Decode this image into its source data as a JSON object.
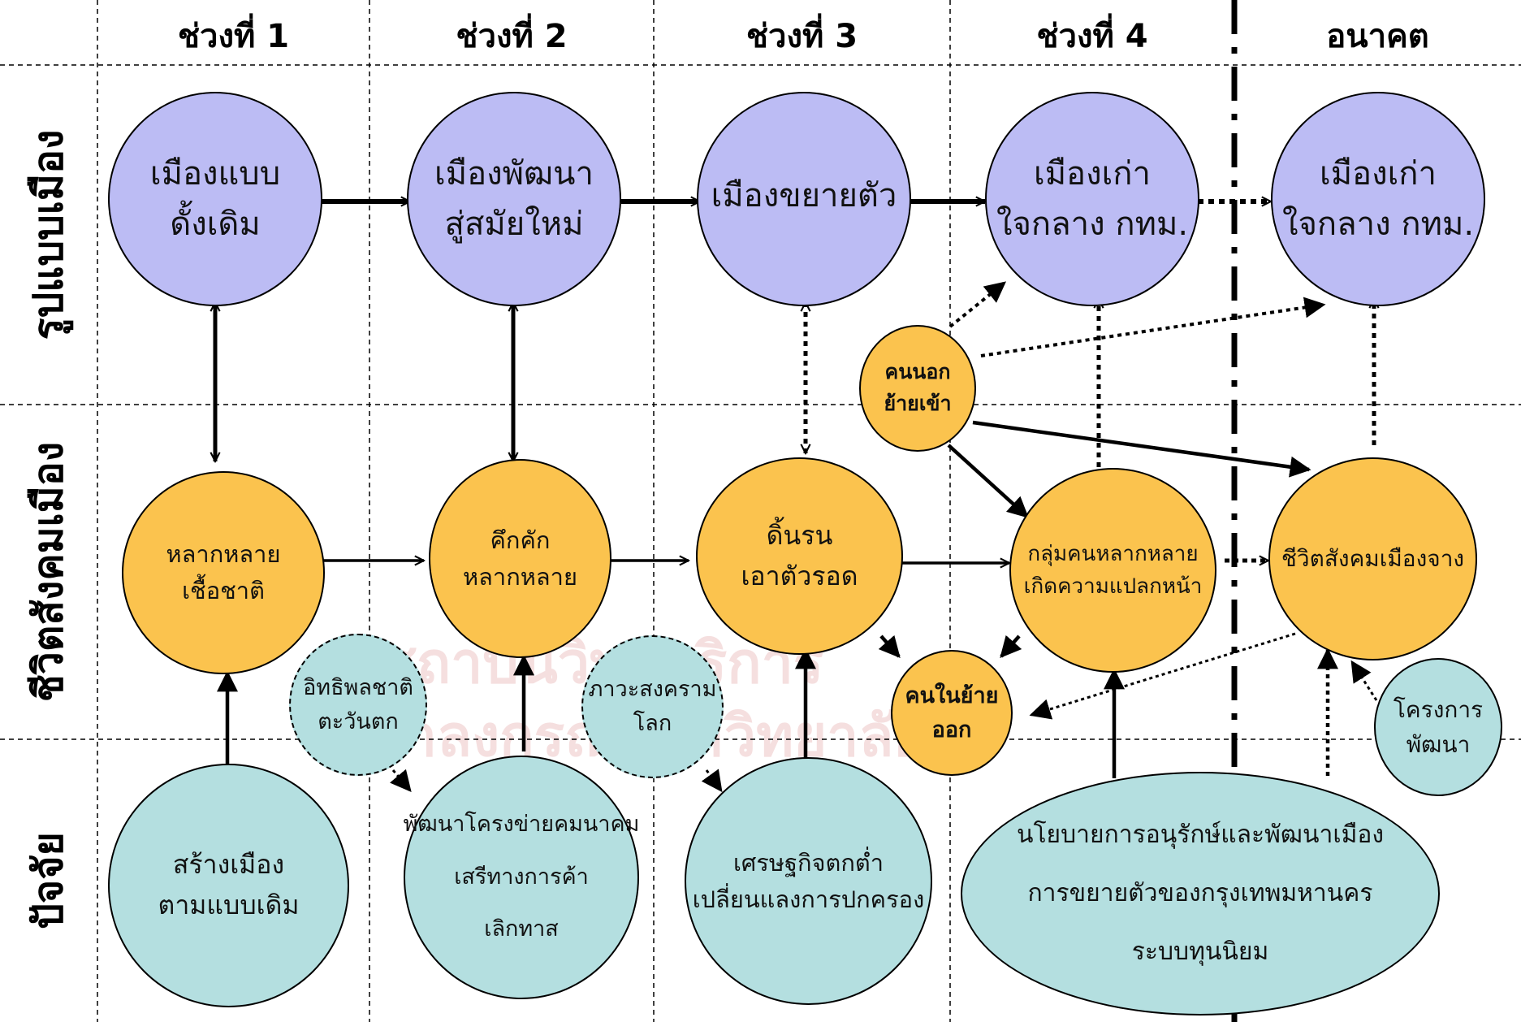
{
  "header": {
    "periods": [
      "ช่วงที่ 1",
      "ช่วงที่ 2",
      "ช่วงที่ 3",
      "ช่วงที่ 4",
      "อนาคต"
    ]
  },
  "rows": {
    "urban_form": "รูปแบบเมือง",
    "urban_social_life": "ชีวิตสังคมเมือง",
    "factors": "ปัจจัย"
  },
  "urban_form": {
    "p1": [
      "เมืองแบบ",
      "ดั้งเดิม"
    ],
    "p2": [
      "เมืองพัฒนา",
      "สู่สมัยใหม่"
    ],
    "p3": [
      "เมืองขยายตัว"
    ],
    "p4": [
      "เมืองเก่า",
      "ใจกลาง กทม."
    ],
    "future": [
      "เมืองเก่า",
      "ใจกลาง กทม."
    ]
  },
  "social_life": {
    "p1": [
      "หลากหลาย",
      "เชื้อชาติ"
    ],
    "p2": [
      "คึกคัก",
      "หลากหลาย"
    ],
    "p3": [
      "ดิ้นรน",
      "เอาตัวรอด"
    ],
    "p4": [
      "กลุ่มคนหลากหลาย",
      "เกิดความแปลกหน้า"
    ],
    "future": [
      "ชีวิตสังคมเมืองจาง"
    ]
  },
  "migration": {
    "in": [
      "คนนอก",
      "ย้ายเข้า"
    ],
    "out": [
      "คนในย้าย",
      "ออก"
    ]
  },
  "influences": {
    "western": [
      "อิทธิพลชาติ",
      "ตะวันตก"
    ],
    "war": [
      "ภาวะสงคราม",
      "โลก"
    ],
    "project": [
      "โครงการ",
      "พัฒนา"
    ]
  },
  "factors": {
    "p1": [
      "สร้างเมือง",
      "ตามแบบเดิม"
    ],
    "p2": [
      "พัฒนาโครงข่ายคมนาคม",
      "เสรีทางการค้า",
      "เลิกทาส"
    ],
    "p3": [
      "เศรษฐกิจตกต่ำ",
      "เปลี่ยนแลงการปกครอง"
    ],
    "p4": [
      "นโยบายการอนุรักษ์และพัฒนาเมือง",
      "การขยายตัวของกรุงเทพมหานคร",
      "ระบบทุนนิยม"
    ]
  },
  "colors": {
    "urban_form_fill": "#bcbcf4",
    "social_fill": "#fbc34e",
    "factor_fill": "#b4dfe0"
  }
}
